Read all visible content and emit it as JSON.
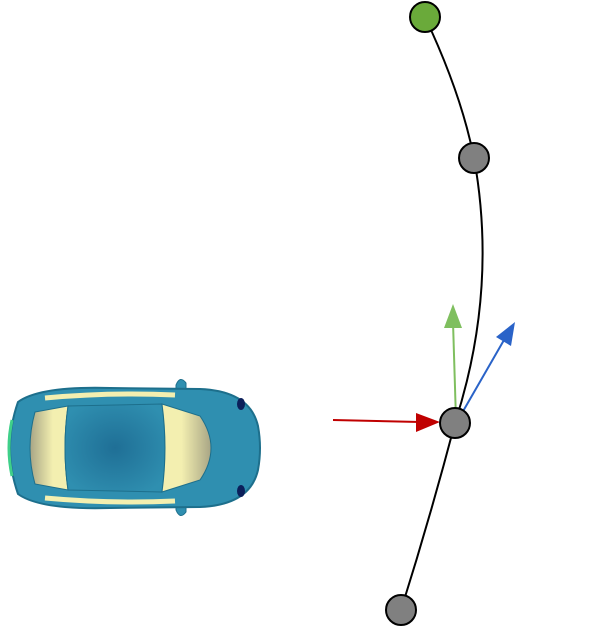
{
  "diagram": {
    "car": {
      "icon": "car-top-view-icon",
      "body_color": "#2f8fb0",
      "glass_color": "#f3efb0"
    },
    "path": {
      "stroke_color": "#000000",
      "nodes": [
        {
          "role": "goal",
          "color": "#6aaa3a"
        },
        {
          "role": "waypoint",
          "color": "#808080"
        },
        {
          "role": "current",
          "color": "#808080"
        },
        {
          "role": "waypoint",
          "color": "#808080"
        }
      ]
    },
    "vectors": [
      {
        "name": "incoming",
        "color": "#c00000"
      },
      {
        "name": "tangent",
        "color": "#7fbf5f"
      },
      {
        "name": "direction",
        "color": "#2a63c8"
      }
    ]
  }
}
